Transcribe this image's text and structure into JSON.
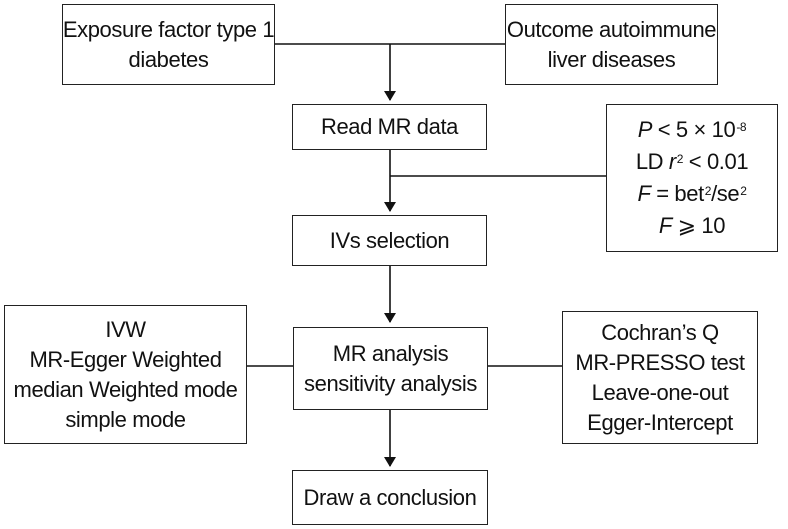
{
  "diagram": {
    "exposure": [
      "Exposure factor type 1",
      "diabetes"
    ],
    "outcome": [
      "Outcome autoimmune",
      "liver diseases"
    ],
    "read_mr": "Read MR data",
    "criteria": {
      "p_symbol": "P",
      "p_rel": " < 5 × 10",
      "p_exp": "-8",
      "ld_pre": "LD ",
      "ld_r": "r",
      "ld_sup": "2",
      "ld_rel": " < 0.01",
      "f1_symbol": "F",
      "f1_eq": " = bet",
      "f1_sup1": "2",
      "f1_mid": "/se",
      "f1_sup2": "2",
      "f2_symbol": "F",
      "f2_rel": " ⩾ 10"
    },
    "ivs_selection": "IVs selection",
    "methods": [
      "IVW",
      "MR-Egger Weighted",
      "median Weighted mode",
      "simple mode"
    ],
    "analysis": [
      "MR analysis",
      "sensitivity analysis"
    ],
    "tests": [
      "Cochran’s Q",
      "MR-PRESSO test",
      "Leave-one-out",
      "Egger-Intercept"
    ],
    "conclusion": "Draw a conclusion"
  }
}
